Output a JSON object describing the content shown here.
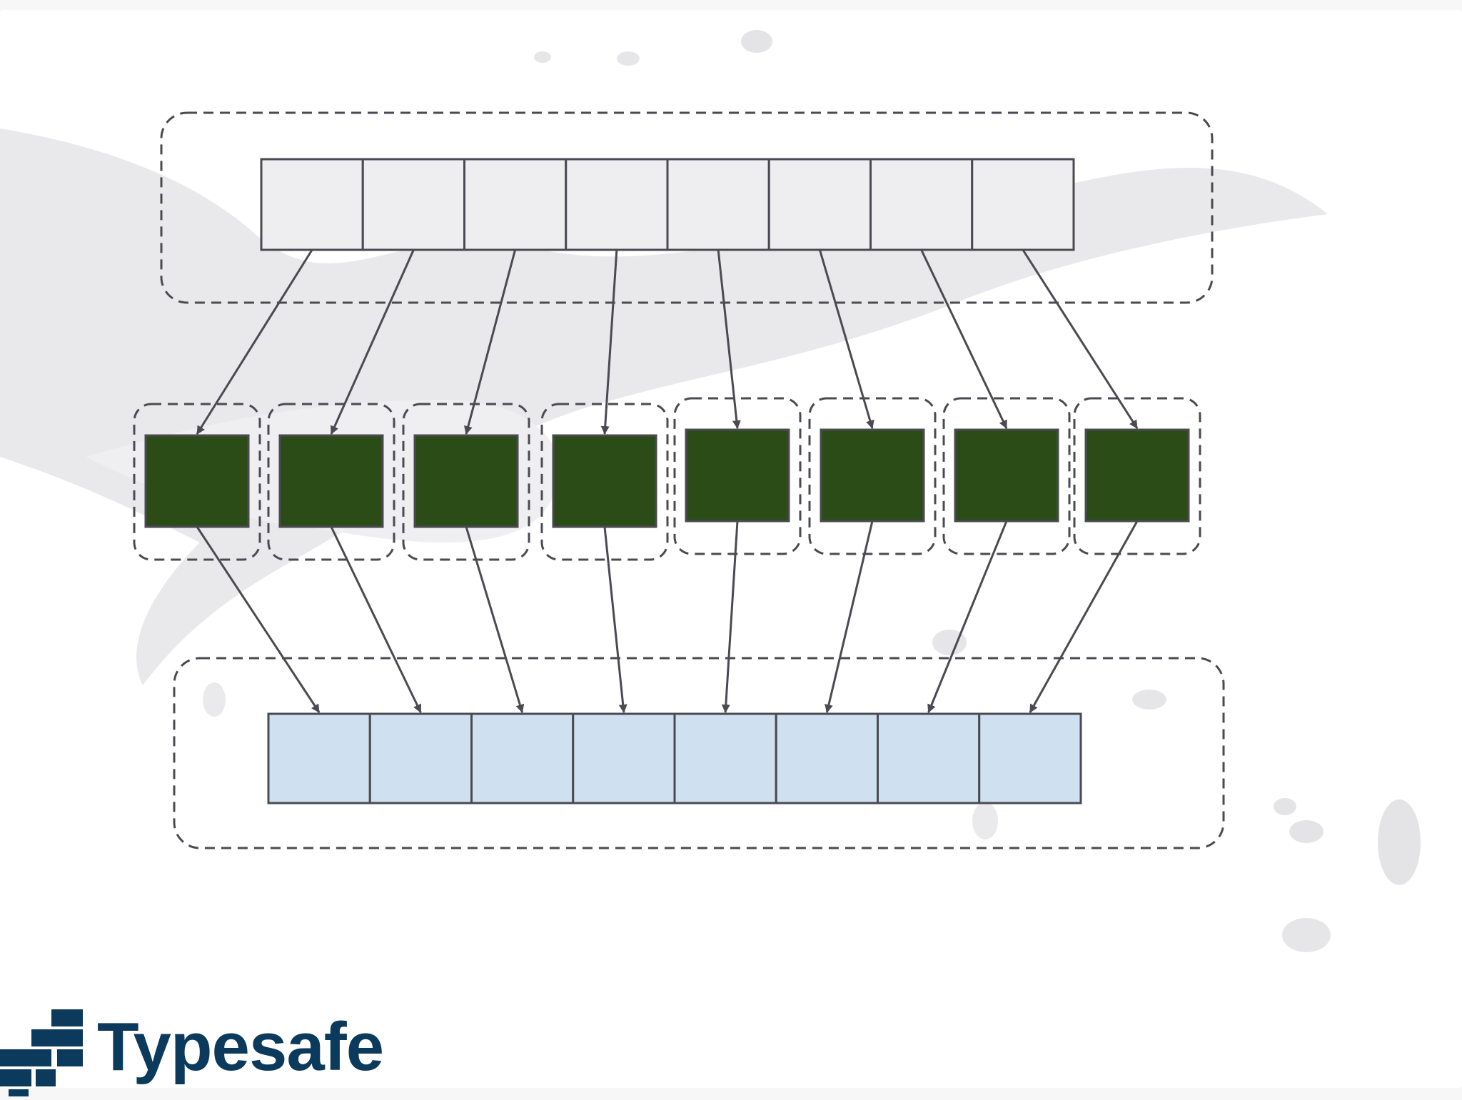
{
  "diagram": {
    "colors": {
      "background": "#f7f7f8",
      "paper": "#ffffff",
      "splash": "#dcdcde",
      "outline": "#4a4a52",
      "top_cell": "#eeeef0",
      "worker": "#2b4c16",
      "bottom_cell": "#cfe1f0"
    },
    "top_array_cells": 8,
    "workers": 8,
    "bottom_array_cells": 8
  },
  "brand": {
    "name": "Typesafe",
    "logo_icon": "typesafe-logo-icon",
    "color": "#0b3a5c"
  }
}
